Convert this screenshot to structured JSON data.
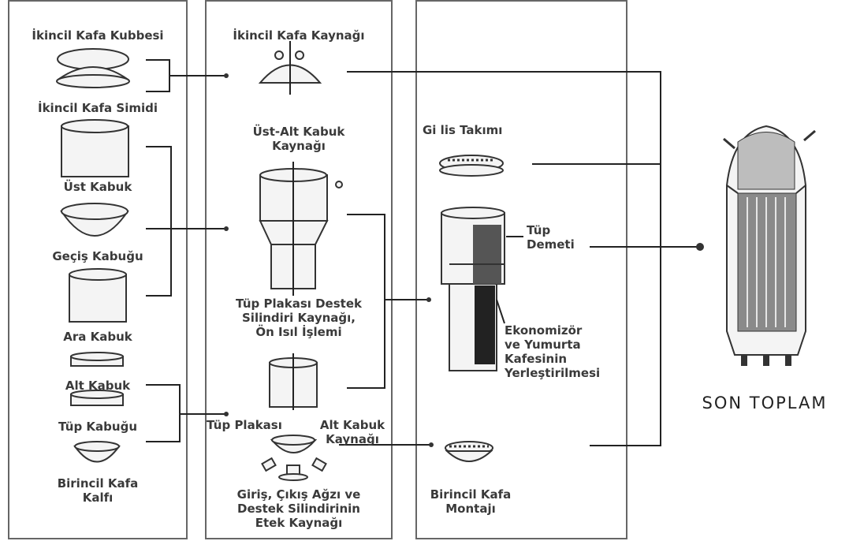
{
  "panels": {
    "parts": {
      "primary_head_dome": "İkincil Kafa Kubbesi",
      "primary_head_ring": "İkincil Kafa Simidi",
      "upper_shell": "Üst Kabuk",
      "transition_shell": "Geçiş Kabuğu",
      "middle_shell": "Ara Kabuk",
      "lower_shell": "Alt Kabuk",
      "tube_shell": "Tüp Kabuğu",
      "primary_head_cap": [
        "Birincil Kafa",
        "Kalfı"
      ]
    },
    "welds": {
      "head_weld": "İkincil Kafa Kaynağı",
      "shell_weld": [
        "Üst-Alt Kabuk",
        "Kaynağı"
      ],
      "tube_plate_support": [
        "Tüp Plakası Destek",
        "Silindiri Kaynağı,",
        "Ön Isıl İşlemi"
      ],
      "tube_plate": "Tüp Plakası",
      "lower_shell_weld": [
        "Alt Kabuk",
        "Kaynağı"
      ],
      "nozzle_weld": [
        "Giriş, Çıkış Ağzı ve",
        "Destek Silindirinin",
        "Etek Kaynağı"
      ]
    },
    "assembly": {
      "dryer": "Gi lis Takımı",
      "tube_bundle": [
        "Tüp",
        "Demeti"
      ],
      "economizer": [
        "Ekonomizör",
        "ve Yumurta",
        "Kafesinin",
        "Yerleştirilmesi"
      ],
      "primary_assembly": [
        "Birincil Kafa",
        "Montajı"
      ]
    },
    "final": "SON TOPLAM"
  },
  "colors": {
    "line": "#222222",
    "border": "#666666",
    "text": "#3a3a3a"
  }
}
